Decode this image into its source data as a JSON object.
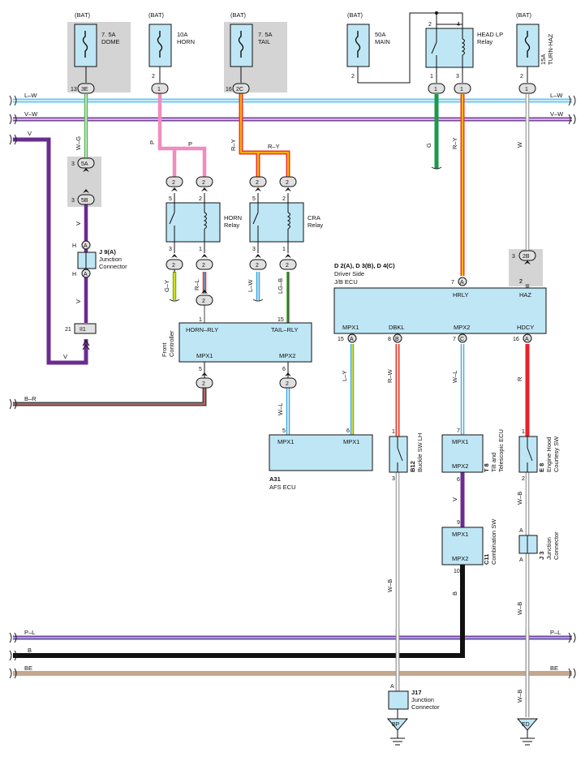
{
  "fuses": {
    "dome": {
      "supply": "(BAT)",
      "rating": "7. 5A",
      "name": "DOME",
      "pin": "13",
      "conn": "3E"
    },
    "horn": {
      "supply": "(BAT)",
      "rating": "10A",
      "name": "HORN",
      "pin": "2",
      "conn": "1"
    },
    "tail": {
      "supply": "(BAT)",
      "rating": "7. 5A",
      "name": "TAIL",
      "pin": "16",
      "conn": "2C"
    },
    "main": {
      "supply": "(BAT)",
      "rating": "50A",
      "name": "MAIN",
      "pin": "2"
    },
    "turn": {
      "supply": "(BAT)",
      "rating": "15A",
      "name": "TURN-HAZ",
      "pin": "2",
      "conn": "1"
    }
  },
  "head_lp_relay": {
    "label_1": "HEAD LP",
    "label_2": "Relay",
    "pins": [
      "2",
      "4",
      "1",
      "3"
    ],
    "conn": [
      "1",
      "1"
    ]
  },
  "buses": {
    "top_1": "L–W",
    "top_2": "V–W",
    "top_left": "V",
    "mid_left": "B–R",
    "bottom_1": "P–L",
    "bottom_2": "B",
    "bottom_3": "BE"
  },
  "wires": {
    "dome_wire": "W–G",
    "dome_lower": "V",
    "dome_lower2": "V",
    "dome_lower3": "V",
    "horn_wire": "P",
    "horn_wire2": "P",
    "tail_wire": "R–Y",
    "tail_wire2": "R–Y",
    "g": "G",
    "ry": "R–Y",
    "w": "W",
    "gy": "G–Y",
    "rl": "R–L",
    "lw": "L–W",
    "lgb": "LG–B",
    "wl_front": "W–L",
    "ly": "L–Y",
    "rw": "R–W",
    "wl": "W–L",
    "r": "R",
    "v": "V",
    "wb1": "W–B",
    "b": "B",
    "wb2": "W–B",
    "wb3": "W–B"
  },
  "jconn": {
    "j9": {
      "code": "J 9(A)",
      "label_1": "Junction",
      "label_2": "Connector",
      "pin": "A",
      "pin_top": "H",
      "pin_bottom": "H"
    },
    "j3": {
      "code": "J 3",
      "label_1": "Junction",
      "label_2": "Connector",
      "pin_top": "A",
      "pin_bottom": "A"
    },
    "j17": {
      "code": "J17",
      "label_1": "Junction",
      "label_2": "Connector",
      "pin": "A"
    }
  },
  "conn_blocks": {
    "c5a": {
      "pin": "3",
      "conn": "5A"
    },
    "c5b": {
      "pin": "3",
      "conn": "5B"
    },
    "ii1": {
      "pin": "21",
      "conn": "II1"
    },
    "c2b": {
      "pin_top": "3",
      "conn": "2B",
      "pin_bottom": "2"
    }
  },
  "horn_relay": {
    "label_1": "HORN",
    "label_2": "Relay",
    "pins": [
      "5",
      "2",
      "3",
      "1"
    ],
    "conn": [
      "2",
      "2",
      "2",
      "2",
      "2"
    ]
  },
  "cra_relay": {
    "label_1": "CRA",
    "label_2": "Relay",
    "pins": [
      "5",
      "2",
      "3",
      "1"
    ],
    "conn": [
      "2",
      "2",
      "2",
      "2",
      "2"
    ]
  },
  "front_controller": {
    "label_1": "Front",
    "label_2": "Controller",
    "horn_rly": "HORN–RLY",
    "tail_rly": "TAIL–RLY",
    "mpx1": "MPX1",
    "mpx2": "MPX2",
    "pin_horn": "1",
    "pin_tail": "15",
    "pin_mpx1": "5",
    "pin_mpx2": "6",
    "conn": "2"
  },
  "afs_ecu": {
    "code": "A31",
    "name": "AFS ECU",
    "mpx1_left": "MPX1",
    "mpx1_right": "MPX1",
    "pin_left": "5",
    "pin_right": "6"
  },
  "jb_ecu": {
    "code": "D 2(A), D 3(B), D 4(C)",
    "label_1": "Driver Side",
    "label_2": "J/B ECU",
    "hrly": "HRLY",
    "haz": "HAZ",
    "mpx1": "MPX1",
    "dbkl": "DBKL",
    "mpx2": "MPX2",
    "hdcy": "HDCY",
    "pin_hrly": "7",
    "conn_hrly": "A",
    "pin_haz": "2",
    "pin_mpx1": "15",
    "conn_mpx1": "A",
    "pin_dbkl": "8",
    "conn_dbkl": "B",
    "pin_mpx2": "7",
    "conn_mpx2": "C",
    "pin_hdcy": "16",
    "conn_hdcy": "A"
  },
  "buckle_sw": {
    "code": "B12",
    "name": "Buckle SW LH",
    "pin_top": "1",
    "pin_bottom": "3"
  },
  "tilt_ecu": {
    "code": "T 8",
    "label_1": "Tilt and",
    "label_2": "Telescopic ECU",
    "mpx1": "MPX1",
    "mpx2": "MPX2",
    "pin_top": "7",
    "pin_bottom": "6"
  },
  "combo_sw": {
    "code": "C11",
    "name": "Combination SW",
    "mpx1": "MPX1",
    "mpx2": "MPX2",
    "pin_top": "9",
    "pin_bottom": "10"
  },
  "hood_sw": {
    "code": "E 8",
    "label_1": "Engine Hood",
    "label_2": "Courtesy SW",
    "pin_top": "1",
    "pin_bottom": "2"
  },
  "grounds": {
    "bp": "BP",
    "ed": "ED"
  }
}
